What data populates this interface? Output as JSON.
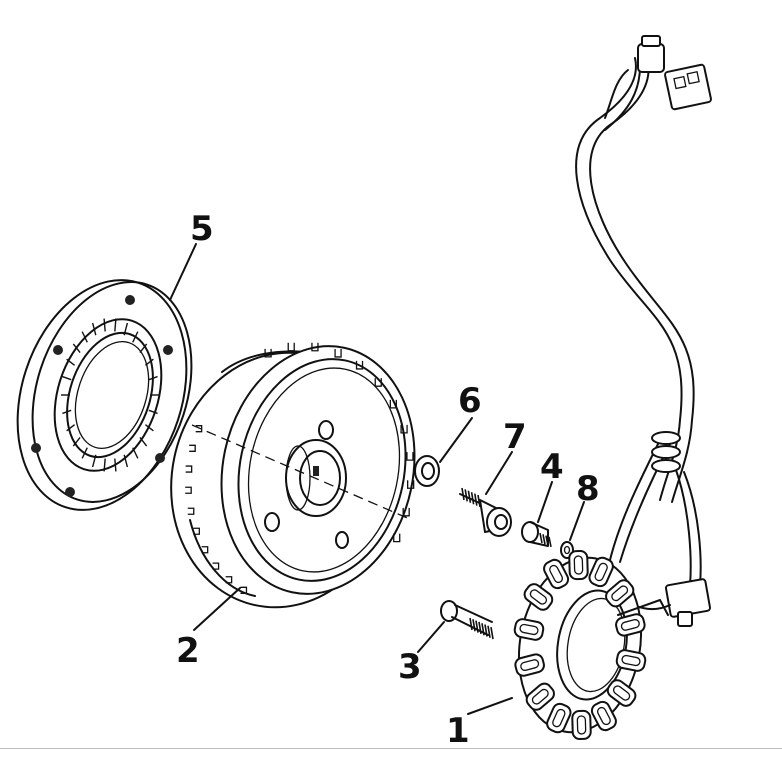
{
  "callouts": {
    "part_1": "1",
    "part_2": "2",
    "part_3": "3",
    "part_4": "4",
    "part_5": "5",
    "part_6": "6",
    "part_7": "7",
    "part_8": "8"
  },
  "colors": {
    "line": "#111111",
    "background": "#ffffff",
    "separator": "#bdbdbd"
  }
}
